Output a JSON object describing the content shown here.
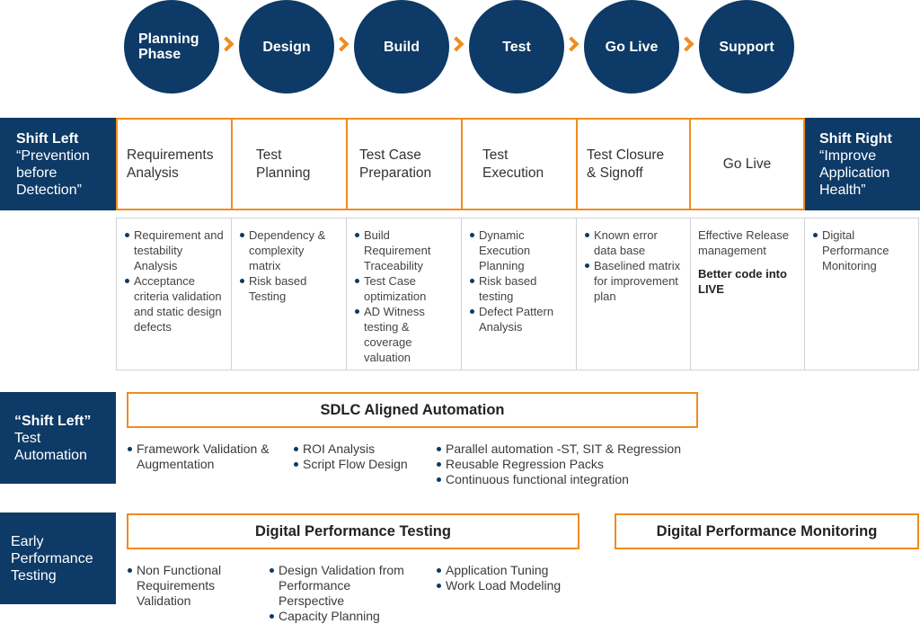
{
  "phases": [
    {
      "lines": [
        "Planning",
        "Phase"
      ]
    },
    {
      "lines": [
        "Design"
      ]
    },
    {
      "lines": [
        "Build"
      ]
    },
    {
      "lines": [
        "Test"
      ]
    },
    {
      "lines": [
        "Go Live"
      ]
    },
    {
      "lines": [
        "Support"
      ]
    }
  ],
  "shift_left": {
    "title": "Shift Left",
    "subtitle_lines": [
      "“Prevention",
      "before",
      "Detection”"
    ]
  },
  "shift_right": {
    "title": "Shift Right",
    "subtitle_lines": [
      "“Improve",
      "Application",
      "Health”"
    ]
  },
  "stage_headers": [
    {
      "lines": [
        "Requirements",
        "Analysis"
      ]
    },
    {
      "lines": [
        "Test",
        "Planning"
      ]
    },
    {
      "lines": [
        "Test Case",
        "Preparation"
      ]
    },
    {
      "lines": [
        "Test",
        "Execution"
      ]
    },
    {
      "lines": [
        "Test Closure",
        "& Signoff"
      ]
    },
    {
      "lines": [
        "Go Live"
      ]
    }
  ],
  "stage_details": [
    {
      "bullets": [
        "Requirement and testability Analysis",
        "Acceptance criteria validation and static design defects"
      ]
    },
    {
      "bullets": [
        "Dependency & complexity matrix",
        "Risk based Testing"
      ]
    },
    {
      "bullets": [
        "Build Requirement Traceability",
        "Test Case optimization",
        "AD Witness testing & coverage valuation"
      ]
    },
    {
      "bullets": [
        "Dynamic Execution Planning",
        "Risk based testing",
        "Defect Pattern Analysis"
      ]
    },
    {
      "bullets": [
        "Known error data base",
        "Baselined matrix for improvement plan"
      ]
    },
    {
      "text": "Effective Release management",
      "bold": "Better code into LIVE"
    },
    {
      "bullets": [
        "Digital Performance Monitoring"
      ]
    }
  ],
  "automation": {
    "label_strong": "“Shift Left”",
    "label_lines": [
      "Test",
      "Automation"
    ],
    "banner": "SDLC Aligned Automation",
    "col1": [
      "Framework Validation & Augmentation"
    ],
    "col2": [
      "ROI Analysis",
      "Script Flow Design"
    ],
    "col3": [
      "Parallel automation -ST, SIT & Regression",
      "Reusable Regression Packs",
      "Continuous functional integration"
    ]
  },
  "performance": {
    "label_lines": [
      "Early",
      "Performance",
      "Testing"
    ],
    "banner": "Digital Performance Testing",
    "banner_right": "Digital Performance Monitoring",
    "col1": [
      "Non Functional Requirements Validation"
    ],
    "col2": [
      "Design Validation from Performance Perspective",
      "Capacity Planning"
    ],
    "col3": [
      "Application Tuning",
      "Work Load Modeling"
    ]
  },
  "colors": {
    "navy": "#0d3a66",
    "orange": "#f08c1e"
  }
}
